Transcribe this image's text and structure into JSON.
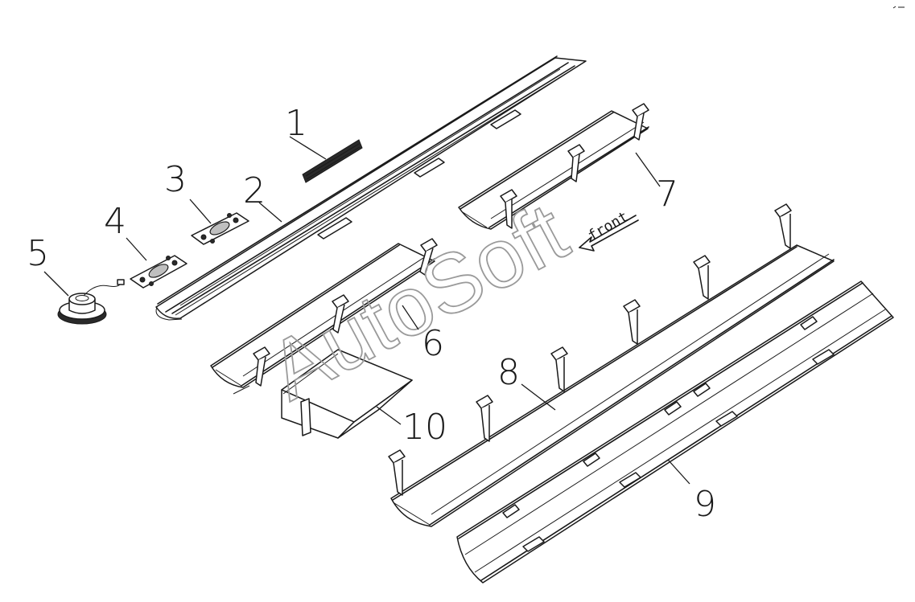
{
  "diagram": {
    "callouts": [
      "1",
      "2",
      "3",
      "4",
      "5",
      "6",
      "7",
      "8",
      "9",
      "10"
    ],
    "direction_label": "front",
    "watermark": "AutoSoft"
  }
}
